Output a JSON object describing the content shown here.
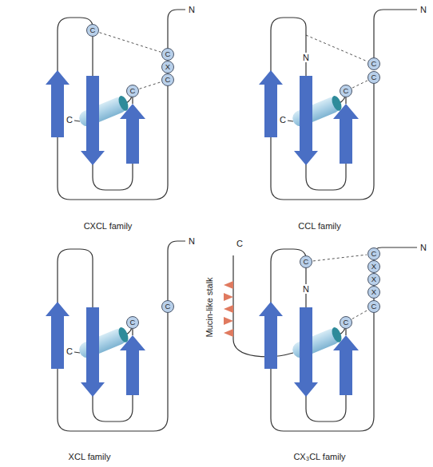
{
  "diagram": {
    "nodes": [
      {
        "text": [
          "C"
        ]
      },
      {
        "text": [
          "C"
        ]
      },
      {
        "text": [
          "X"
        ]
      },
      {
        "text": [
          "C"
        ]
      },
      {
        "text": [
          "C"
        ]
      },
      {
        "text": [
          "C"
        ]
      },
      {
        "text": [
          "C"
        ]
      },
      {
        "text": [
          "C"
        ]
      },
      {
        "text": [
          "C"
        ]
      },
      {
        "text": [
          "C"
        ]
      },
      {
        "text": [
          "C"
        ]
      },
      {
        "text": [
          "C"
        ]
      },
      {
        "text": [
          "X"
        ]
      },
      {
        "text": [
          "X"
        ]
      },
      {
        "text": [
          "X"
        ]
      },
      {
        "text": [
          "C"
        ]
      },
      {
        "text": [
          "C"
        ]
      }
    ],
    "edges": [
      {
        "from": 0,
        "to": 1,
        "arrow": "none"
      },
      {
        "from": 4,
        "to": 3,
        "arrow": "none"
      },
      {
        "from": 7,
        "to": 6,
        "arrow": "none"
      },
      {
        "from": 10,
        "to": 11,
        "arrow": "none"
      },
      {
        "from": 16,
        "to": 15,
        "arrow": "none"
      }
    ],
    "labels": [
      "N",
      "C",
      "CXCL family",
      "N",
      "N",
      "C",
      "CCL family",
      "N",
      "C",
      "XCL family",
      "Mucin-like stalk",
      "C",
      "N",
      "N",
      "CX₃CL family"
    ]
  }
}
